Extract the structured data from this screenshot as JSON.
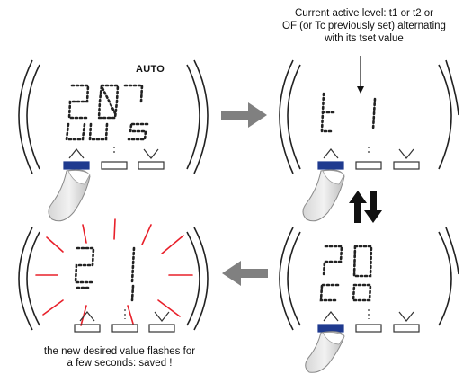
{
  "top_caption": {
    "line1": "Current active level: t1 or t2 or",
    "line2": "OF (or Tc previously set) alternating",
    "line3": "with its tset value"
  },
  "auto_label": "AUTO",
  "bottom_caption": {
    "line1": "the new desired value flashes for",
    "line2": "a few seconds: saved !"
  },
  "colors": {
    "flash_rays": "#e8202a",
    "pressed_key": "#1f3a8f",
    "gray_arrow": "#808080",
    "segments": "#222222"
  },
  "panels": [
    {
      "id": "panel-1",
      "display": "20 / US",
      "pressed_key": "up"
    },
    {
      "id": "panel-2",
      "display": "t1",
      "pressed_key": "up"
    },
    {
      "id": "panel-3",
      "display": "21",
      "pressed_key": "none",
      "flashing": true
    },
    {
      "id": "panel-4",
      "display": "20 / C0",
      "pressed_key": "up"
    }
  ]
}
